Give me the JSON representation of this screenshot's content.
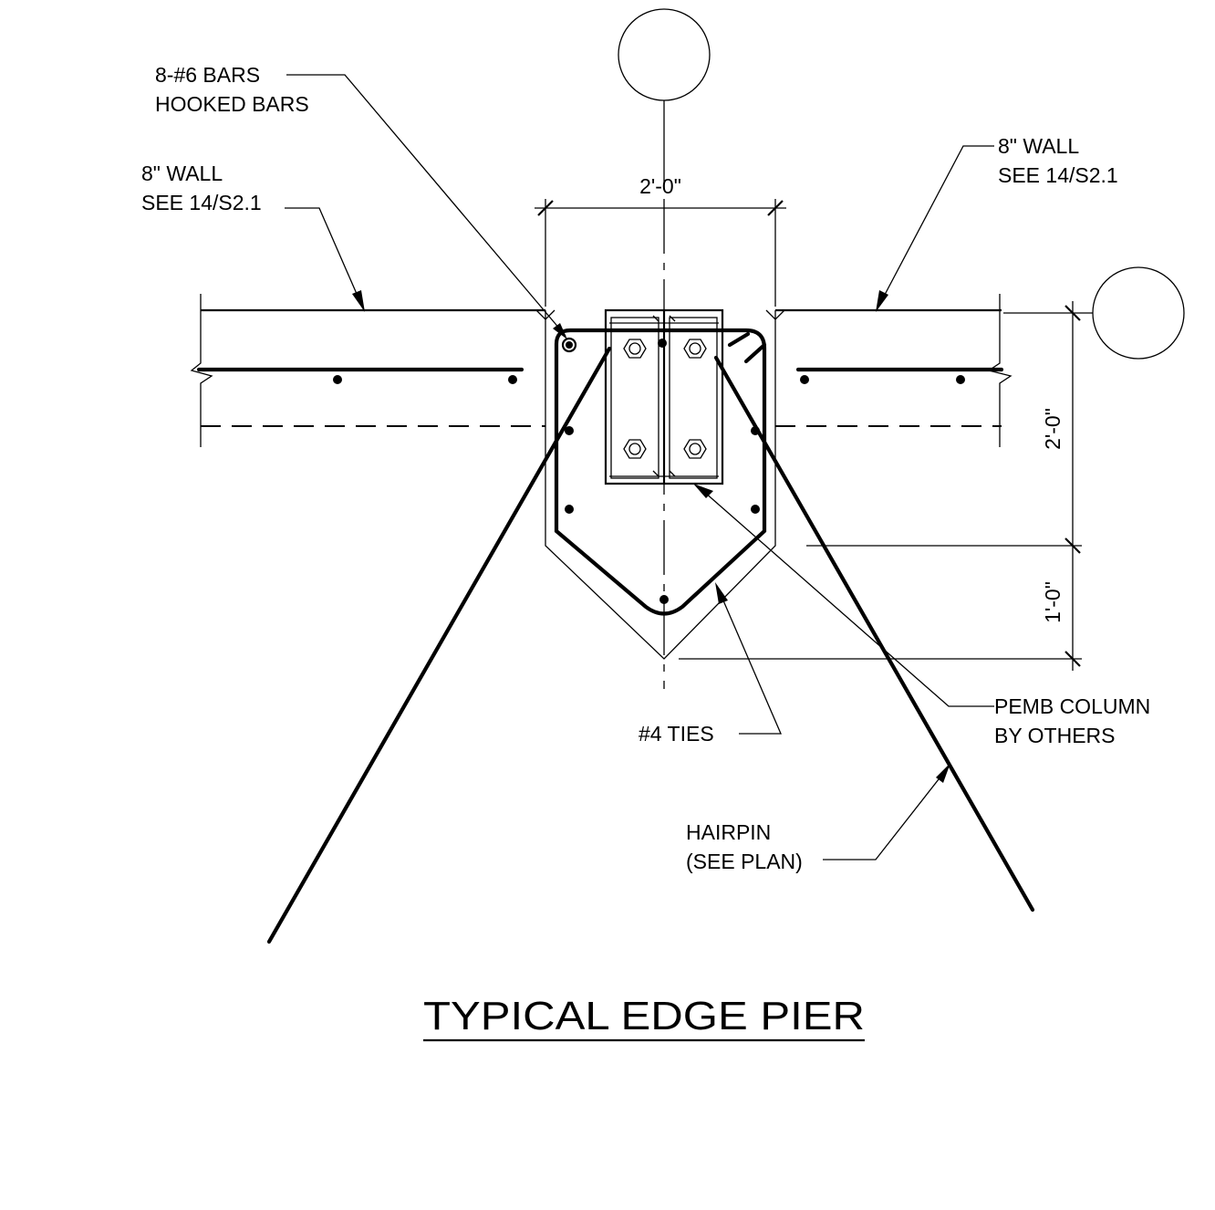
{
  "title": "TYPICAL EDGE PIER",
  "labels": {
    "hooked_bars_line1": "8-#6 BARS",
    "hooked_bars_line2": "HOOKED BARS",
    "left_wall_line1": "8\" WALL",
    "left_wall_line2": "SEE 14/S2.1",
    "right_wall_line1": "8\" WALL",
    "right_wall_line2": "SEE 14/S2.1",
    "ties": "#4 TIES",
    "column_line1": "PEMB COLUMN",
    "column_line2": "BY OTHERS",
    "hairpin_line1": "HAIRPIN",
    "hairpin_line2": "(SEE PLAN)"
  },
  "dimensions": {
    "pier_width": "2'-0\"",
    "pier_depth": "2'-0\"",
    "pier_point": "1'-0\""
  },
  "grid_bubbles": [
    {
      "id": "top",
      "label": ""
    },
    {
      "id": "right",
      "label": ""
    }
  ]
}
